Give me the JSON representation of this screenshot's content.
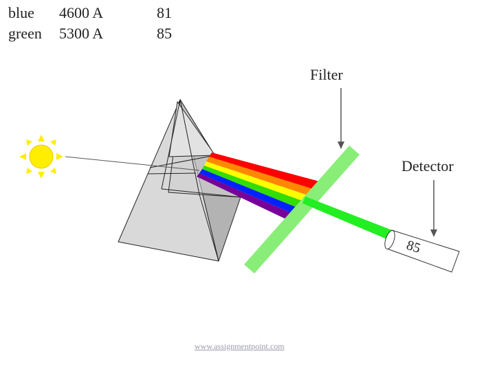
{
  "table": {
    "rows": [
      {
        "color": "blue",
        "wavelength": "4600 A",
        "reading": "81"
      },
      {
        "color": "green",
        "wavelength": "5300 A",
        "reading": "85"
      }
    ]
  },
  "labels": {
    "filter": "Filter",
    "detector": "Detector",
    "detector_reading": "85",
    "watermark": "www.assignmentpoint.com"
  },
  "colors": {
    "sun": "#ffee00",
    "prism_face": "#d9d9d9",
    "prism_shade": "#b3b3b3",
    "filter": "#88ee77",
    "green_beam": "#22ee22",
    "spectrum": [
      "#ff0000",
      "#ff8800",
      "#ffff00",
      "#33dd00",
      "#0022ff",
      "#770099"
    ]
  }
}
